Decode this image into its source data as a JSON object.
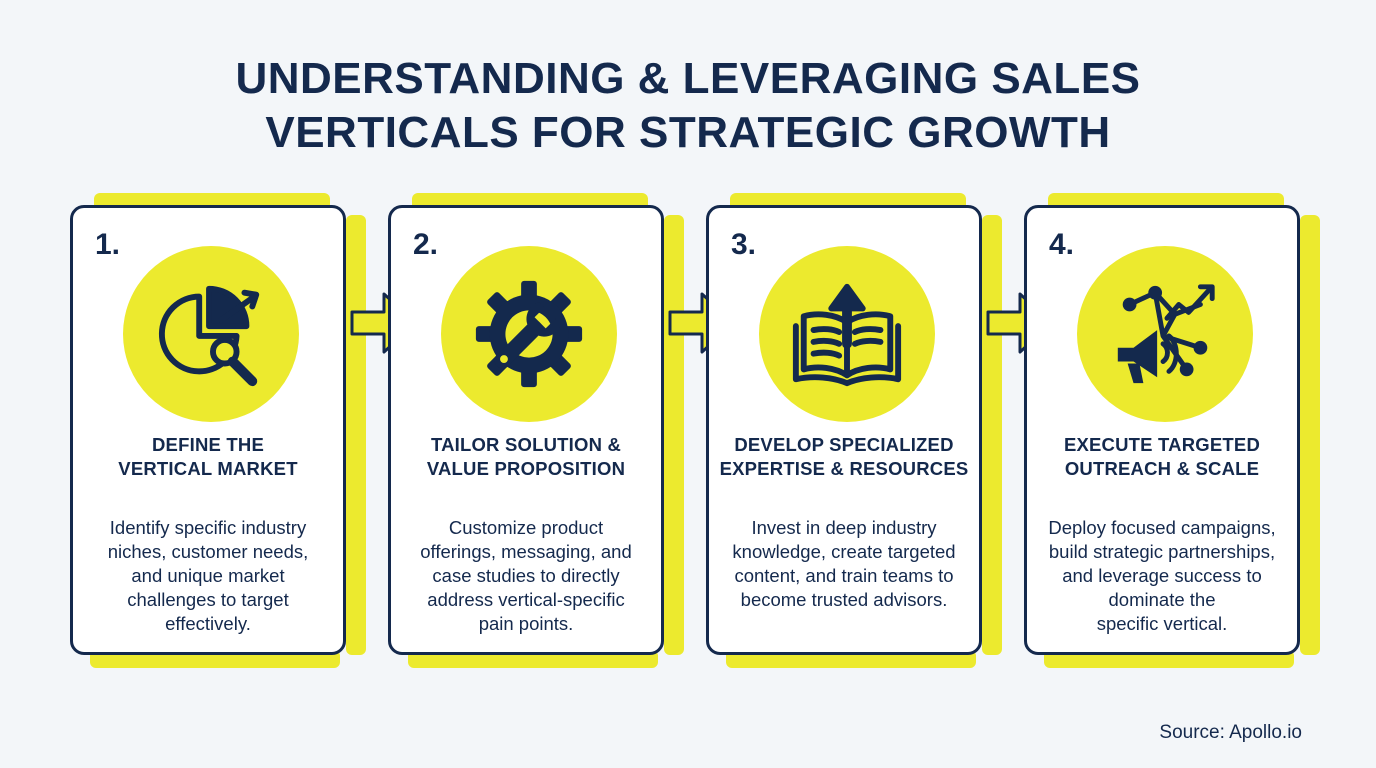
{
  "title": {
    "line1": "UNDERSTANDING & LEVERAGING SALES",
    "line2": "VERTICALS FOR STRATEGIC GROWTH"
  },
  "steps": [
    {
      "number": "1.",
      "icon": "pie-chart-magnifier-icon",
      "heading": "DEFINE THE\nVERTICAL MARKET",
      "body": "Identify specific industry\nniches, customer needs,\nand unique market\nchallenges to target\neffectively."
    },
    {
      "number": "2.",
      "icon": "gear-wrench-icon",
      "heading": "TAILOR SOLUTION &\nVALUE PROPOSITION",
      "body": "Customize product\nofferings, messaging, and\ncase studies to directly\naddress vertical-specific\npain points."
    },
    {
      "number": "3.",
      "icon": "book-arrow-up-icon",
      "heading": "DEVELOP SPECIALIZED\nEXPERTISE & RESOURCES",
      "body": "Invest in deep industry\nknowledge, create targeted\ncontent, and train teams to\nbecome trusted advisors."
    },
    {
      "number": "4.",
      "icon": "megaphone-network-icon",
      "heading": "EXECUTE TARGETED\nOUTREACH & SCALE",
      "body": "Deploy focused campaigns,\nbuild strategic partnerships,\nand leverage success to\ndominate the\nspecific vertical."
    }
  ],
  "source": "Source: Apollo.io",
  "colors": {
    "navy": "#14294d",
    "yellow": "#ecea2e",
    "background": "#f3f6f9",
    "card": "#ffffff"
  }
}
